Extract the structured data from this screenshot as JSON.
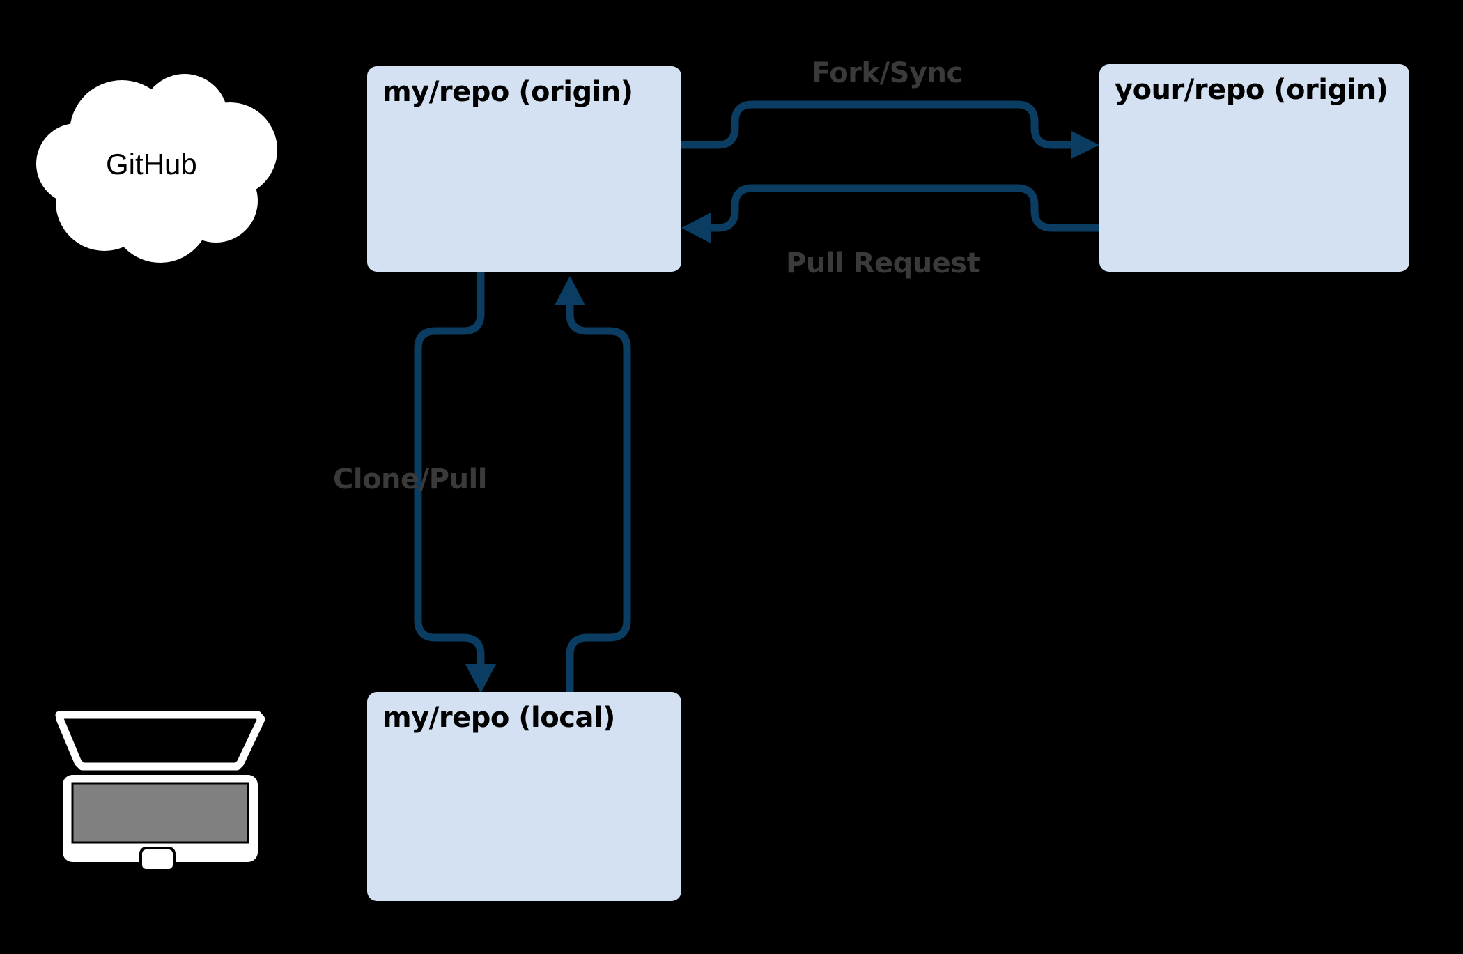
{
  "diagram": {
    "title": "Git fork and clone workflow",
    "background_color": "#000000",
    "node_fill": "#d4e1f2",
    "edge_color": "#0b3c61",
    "edge_label_color": "#3a3a3a",
    "cloud_fill": "#ffffff",
    "laptop_fill": "#ffffff",
    "laptop_screen_fill": "#808080"
  },
  "nodes": [
    {
      "id": "github-cloud",
      "type": "cloud",
      "label": "GitHub"
    },
    {
      "id": "my-repo-origin",
      "type": "box",
      "label": "my/repo (origin)"
    },
    {
      "id": "your-repo-origin",
      "type": "box",
      "label": "your/repo (origin)"
    },
    {
      "id": "my-repo-local",
      "type": "box",
      "label": "my/repo (local)"
    },
    {
      "id": "laptop",
      "type": "icon",
      "label": ""
    }
  ],
  "edges": [
    {
      "id": "fork-sync",
      "label": "Fork/Sync",
      "from": "my-repo-origin",
      "to": "your-repo-origin"
    },
    {
      "id": "pull-request",
      "label": "Pull Request",
      "from": "your-repo-origin",
      "to": "my-repo-origin"
    },
    {
      "id": "clone-pull",
      "label": "Clone/Pull",
      "from": "my-repo-origin",
      "to": "my-repo-local"
    },
    {
      "id": "push",
      "label": "",
      "from": "my-repo-local",
      "to": "my-repo-origin"
    }
  ],
  "icons": {
    "cloud": "cloud-icon",
    "laptop": "laptop-icon"
  }
}
